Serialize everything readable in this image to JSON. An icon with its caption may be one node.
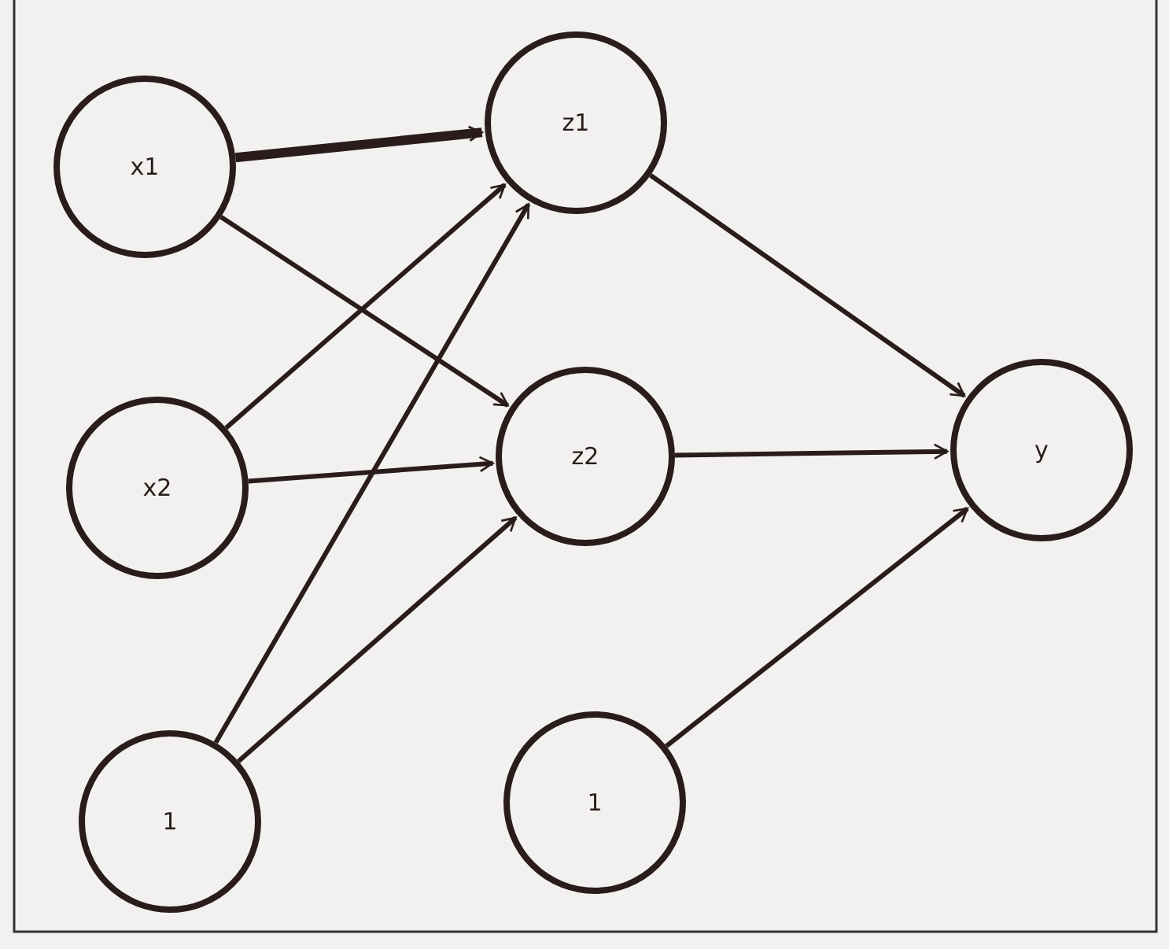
{
  "diagram": {
    "nodes": [
      {
        "text": [
          "x1"
        ]
      },
      {
        "text": [
          "x2"
        ]
      },
      {
        "text": [
          "1"
        ]
      },
      {
        "text": [
          "z1"
        ]
      },
      {
        "text": [
          "z2"
        ]
      },
      {
        "text": [
          "1"
        ]
      },
      {
        "text": [
          "y"
        ]
      }
    ],
    "edges": [
      {
        "from": 0,
        "to": 3,
        "arrow": "to",
        "style": "thick"
      },
      {
        "from": 0,
        "to": 4,
        "arrow": "to"
      },
      {
        "from": 1,
        "to": 3,
        "arrow": "to"
      },
      {
        "from": 1,
        "to": 4,
        "arrow": "to"
      },
      {
        "from": 2,
        "to": 3,
        "arrow": "to"
      },
      {
        "from": 2,
        "to": 4,
        "arrow": "to"
      },
      {
        "from": 3,
        "to": 6,
        "arrow": "to"
      },
      {
        "from": 4,
        "to": 6,
        "arrow": "to"
      },
      {
        "from": 5,
        "to": 6,
        "arrow": "to"
      }
    ]
  }
}
